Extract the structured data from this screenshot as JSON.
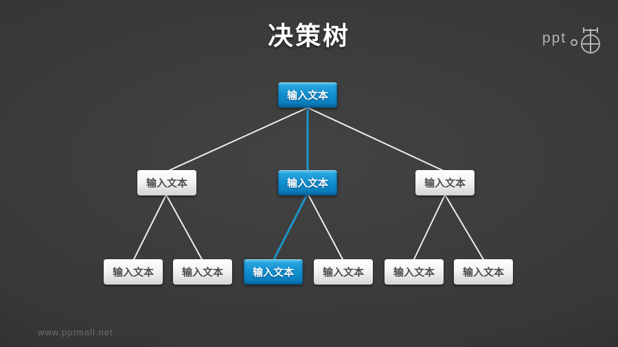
{
  "title": "决策树",
  "logo": {
    "text": "PPT",
    "icon": "cat-head-crosshair-icon"
  },
  "watermark": "www.pptmall.net",
  "tree": {
    "root": {
      "label": "输入文本",
      "variant": "blue"
    },
    "level2": [
      {
        "label": "输入文本",
        "variant": "white"
      },
      {
        "label": "输入文本",
        "variant": "blue"
      },
      {
        "label": "输入文本",
        "variant": "white"
      }
    ],
    "level3": [
      {
        "label": "输入文本",
        "variant": "white"
      },
      {
        "label": "输入文本",
        "variant": "white"
      },
      {
        "label": "输入文本",
        "variant": "blue"
      },
      {
        "label": "输入文本",
        "variant": "white"
      },
      {
        "label": "输入文本",
        "variant": "white"
      },
      {
        "label": "输入文本",
        "variant": "white"
      }
    ]
  },
  "colors": {
    "accent_blue": "#1e96cc",
    "connector_white": "#f0f0f0",
    "node_text_dark": "#4c4c4c",
    "title_text": "#ffffff",
    "background_center": "#434343",
    "background_edge": "#232323",
    "watermark_color": "#6e6e6e",
    "logo_color": "#b5b5b5"
  }
}
